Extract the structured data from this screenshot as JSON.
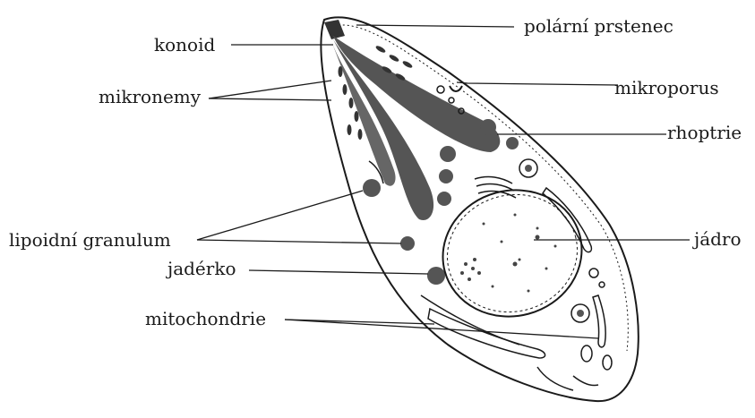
{
  "labels": {
    "konoid": "konoid",
    "mikronemy": "mikronemy",
    "lipoidni_granulum": "lipoidní granulum",
    "jaderko": "jadérko",
    "mitochondrie": "mitochondrie",
    "polarni_prstenec": "polární prstenec",
    "mikroporus": "mikroporus",
    "rhoptrie": "rhoptrie",
    "jadro": "jádro"
  },
  "colors": {
    "ink": "#1a1a1a",
    "organelle": "#555555",
    "background": "#ffffff"
  }
}
